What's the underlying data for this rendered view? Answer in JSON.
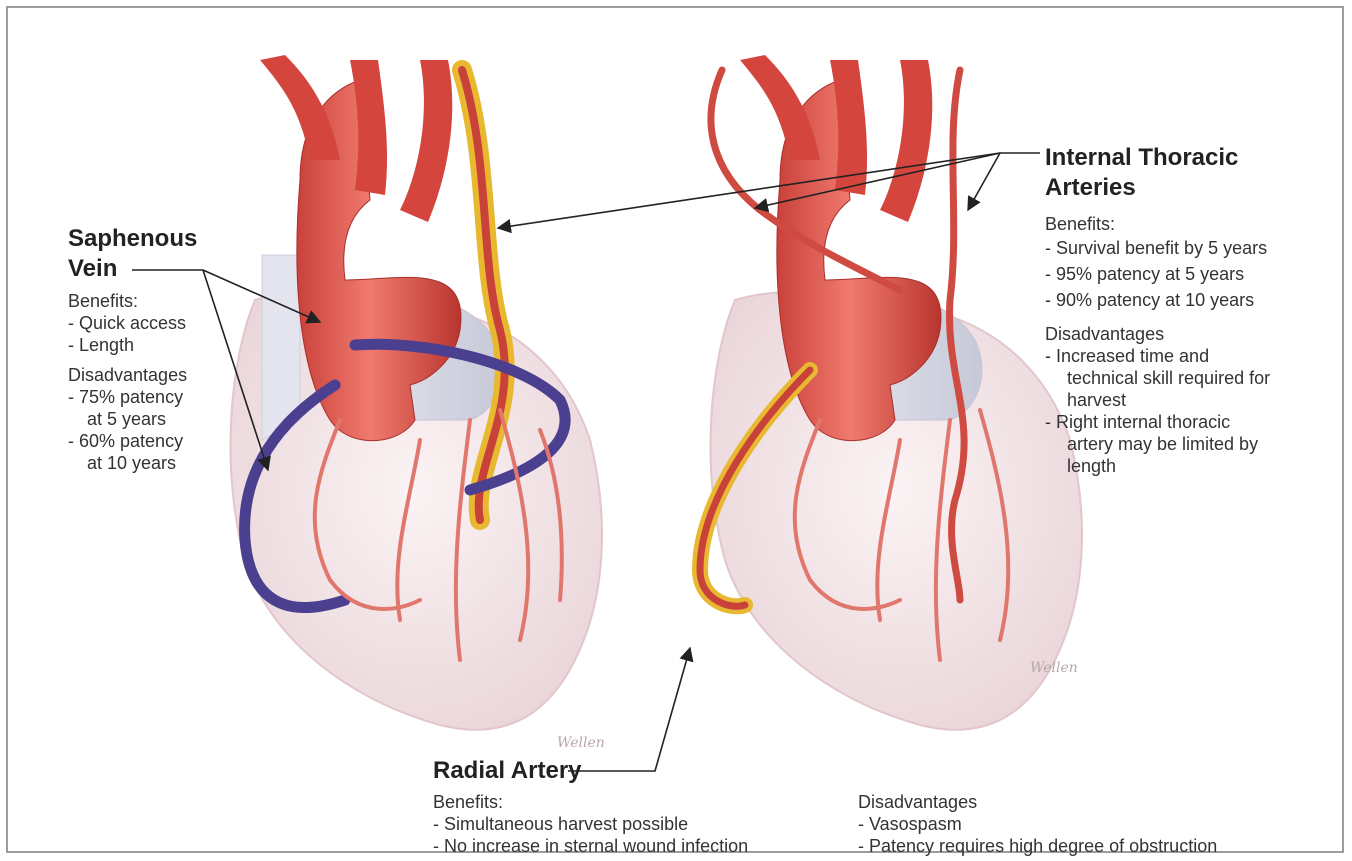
{
  "saphenous": {
    "title_line1": "Saphenous",
    "title_line2": "Vein",
    "benefits_label": "Benefits:",
    "benefits": [
      "- Quick access",
      "- Length"
    ],
    "disadvantages_label": "Disadvantages",
    "disadvantages": [
      "- 75% patency",
      "  at 5 years",
      "- 60% patency",
      "  at 10 years"
    ]
  },
  "internal_thoracic": {
    "title_line1": "Internal Thoracic",
    "title_line2": "Arteries",
    "benefits_label": "Benefits:",
    "benefits": [
      "- Survival benefit by 5 years",
      "- 95% patency at 5 years",
      "- 90% patency at 10 years"
    ],
    "disadvantages_label": "Disadvantages",
    "disadvantages": [
      "- Increased time and",
      "  technical skill required for",
      "  harvest",
      "- Right internal thoracic",
      "  artery may be limited by",
      "  length"
    ]
  },
  "radial": {
    "title": "Radial Artery",
    "benefits_label": "Benefits:",
    "benefits": [
      "- Simultaneous harvest possible",
      "- No increase in sternal wound infection"
    ],
    "disadvantages_label": "Disadvantages",
    "disadvantages": [
      "- Vasospasm",
      "- Patency requires high degree of obstruction"
    ]
  },
  "signature": "Wellen",
  "colors": {
    "artery": "#d9534a",
    "artery_dark": "#b73a33",
    "vein": "#4b3f8f",
    "fat": "#e8b830",
    "heart": "#f3e6e8",
    "aorta": "#e0594f"
  }
}
